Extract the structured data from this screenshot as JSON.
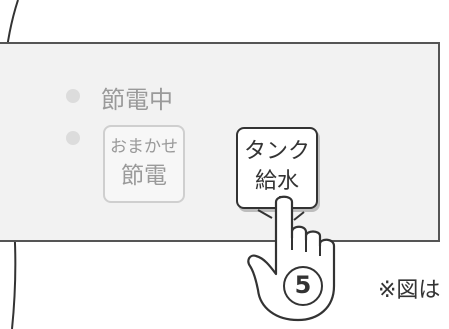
{
  "panel": {
    "indicator_label": "節電中",
    "buttons": {
      "omakase": {
        "line1": "おまかせ",
        "line2": "節電"
      },
      "tank": {
        "line1": "タンク",
        "line2": "給水"
      }
    }
  },
  "callout": {
    "step_number": "5",
    "note_text": "※図は"
  },
  "colors": {
    "indicator": "#dcdcdc",
    "outline": "#333333",
    "panel_bg": "#f2f2f2",
    "disabled_text": "#9a9a9a"
  },
  "icons": {
    "hand": "hand-press-icon",
    "step_badge": "circled-number-icon"
  }
}
